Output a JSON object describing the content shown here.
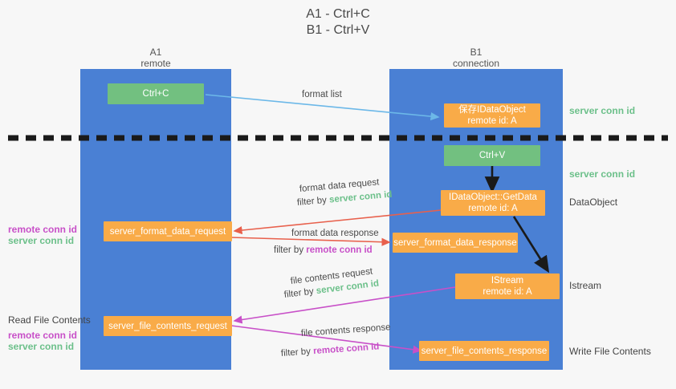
{
  "title": {
    "line1": "A1 - Ctrl+C",
    "line2": "B1 - Ctrl+V"
  },
  "lanes": [
    {
      "name": "A1",
      "sub": "remote"
    },
    {
      "name": "B1",
      "sub": "connection"
    }
  ],
  "boxes": {
    "ctrl_c": {
      "line1": "Ctrl+C",
      "line2": ""
    },
    "ctrl_v": {
      "line1": "Ctrl+V",
      "line2": ""
    },
    "save_idataobject": {
      "line1": "保存IDataObject",
      "line2": "remote id: A"
    },
    "getdata": {
      "line1": "IDataObject::GetData",
      "line2": "remote id: A"
    },
    "istream": {
      "line1": "IStream",
      "line2": "remote id: A"
    },
    "fmt_req": {
      "line1": "server_format_data_request",
      "line2": ""
    },
    "fmt_resp": {
      "line1": "server_format_data_response",
      "line2": ""
    },
    "file_req": {
      "line1": "server_file_contents_request",
      "line2": ""
    },
    "file_resp": {
      "line1": "server_file_contents_response",
      "line2": ""
    }
  },
  "right_labels": {
    "server_conn_id_top": "server conn id",
    "server_conn_id_paste": "server conn id",
    "dataobject": "DataObject",
    "istream": "Istream",
    "write_file_contents": "Write File Contents"
  },
  "left_labels": {
    "remote_conn_id_1": "remote conn id",
    "server_conn_id_1": "server conn id",
    "read_file_contents": "Read File Contents",
    "remote_conn_id_2": "remote conn id",
    "server_conn_id_2": "server conn id"
  },
  "annotations": {
    "format_list": "format list",
    "format_data_request": "format data request",
    "filter_by_1_prefix": "filter by ",
    "filter_by_1_value": "server conn id",
    "format_data_response": "format data response",
    "filter_by_2_prefix": "filter by ",
    "filter_by_2_value": "remote conn id",
    "file_contents_request": "file contents request",
    "filter_by_3_prefix": "filter by ",
    "filter_by_3_value": "server conn id",
    "file_contents_response": "file contents response",
    "filter_by_4_prefix": "filter by ",
    "filter_by_4_value": "remote conn id"
  },
  "colors": {
    "lane": "#4a80d4",
    "orange": "#f9ab48",
    "green_box": "#72c080",
    "green_text": "#6cc08a",
    "magenta": "#c850c8",
    "red_arrow": "#e8604c",
    "blue_arrow": "#6cb8e8",
    "black": "#1a1a1a"
  }
}
